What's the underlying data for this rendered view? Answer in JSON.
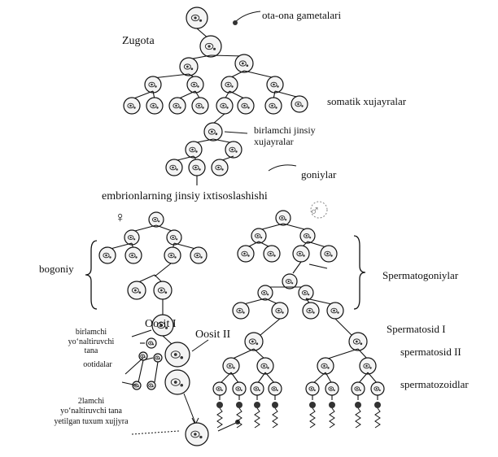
{
  "labels": {
    "parental_gametes": "ota-ona gametalari",
    "zygote": "Zugota",
    "somatic_cells": "somatik xujayralar",
    "primary_germ_cells_line1": "birlamchi jinsiy",
    "primary_germ_cells_line2": "xujayralar",
    "gonia": "goniylar",
    "embryo_sex_specialization": "embrionlarning jinsiy ixtisoslashishi",
    "oogonia": "bogoniy",
    "spermatogonia": "Spermatogoniylar",
    "oocyte_1": "Oosit I",
    "oocyte_2": "Oosit II",
    "spermatocyte_1": "Spermatosid I",
    "spermatocyte_2": "spermatosid II",
    "spermatozoa": "spermatozoidlar",
    "first_polar_body_line1": "birlamchi",
    "first_polar_body_line2": "yo‘naltiruvchi",
    "first_polar_body_line3": "tana",
    "ootids": "ootidalar",
    "second_polar_body_line1": "2lamchi",
    "second_polar_body_line2": "yo‘naltiruvchi tana",
    "mature_egg": "yetilgan tuxum xujjyra"
  },
  "symbols": {
    "female": "♀",
    "male": "♂"
  },
  "colors": {
    "ink": "#111111",
    "cell_fill": "#f4f4f4",
    "nucleus": "#333333"
  }
}
